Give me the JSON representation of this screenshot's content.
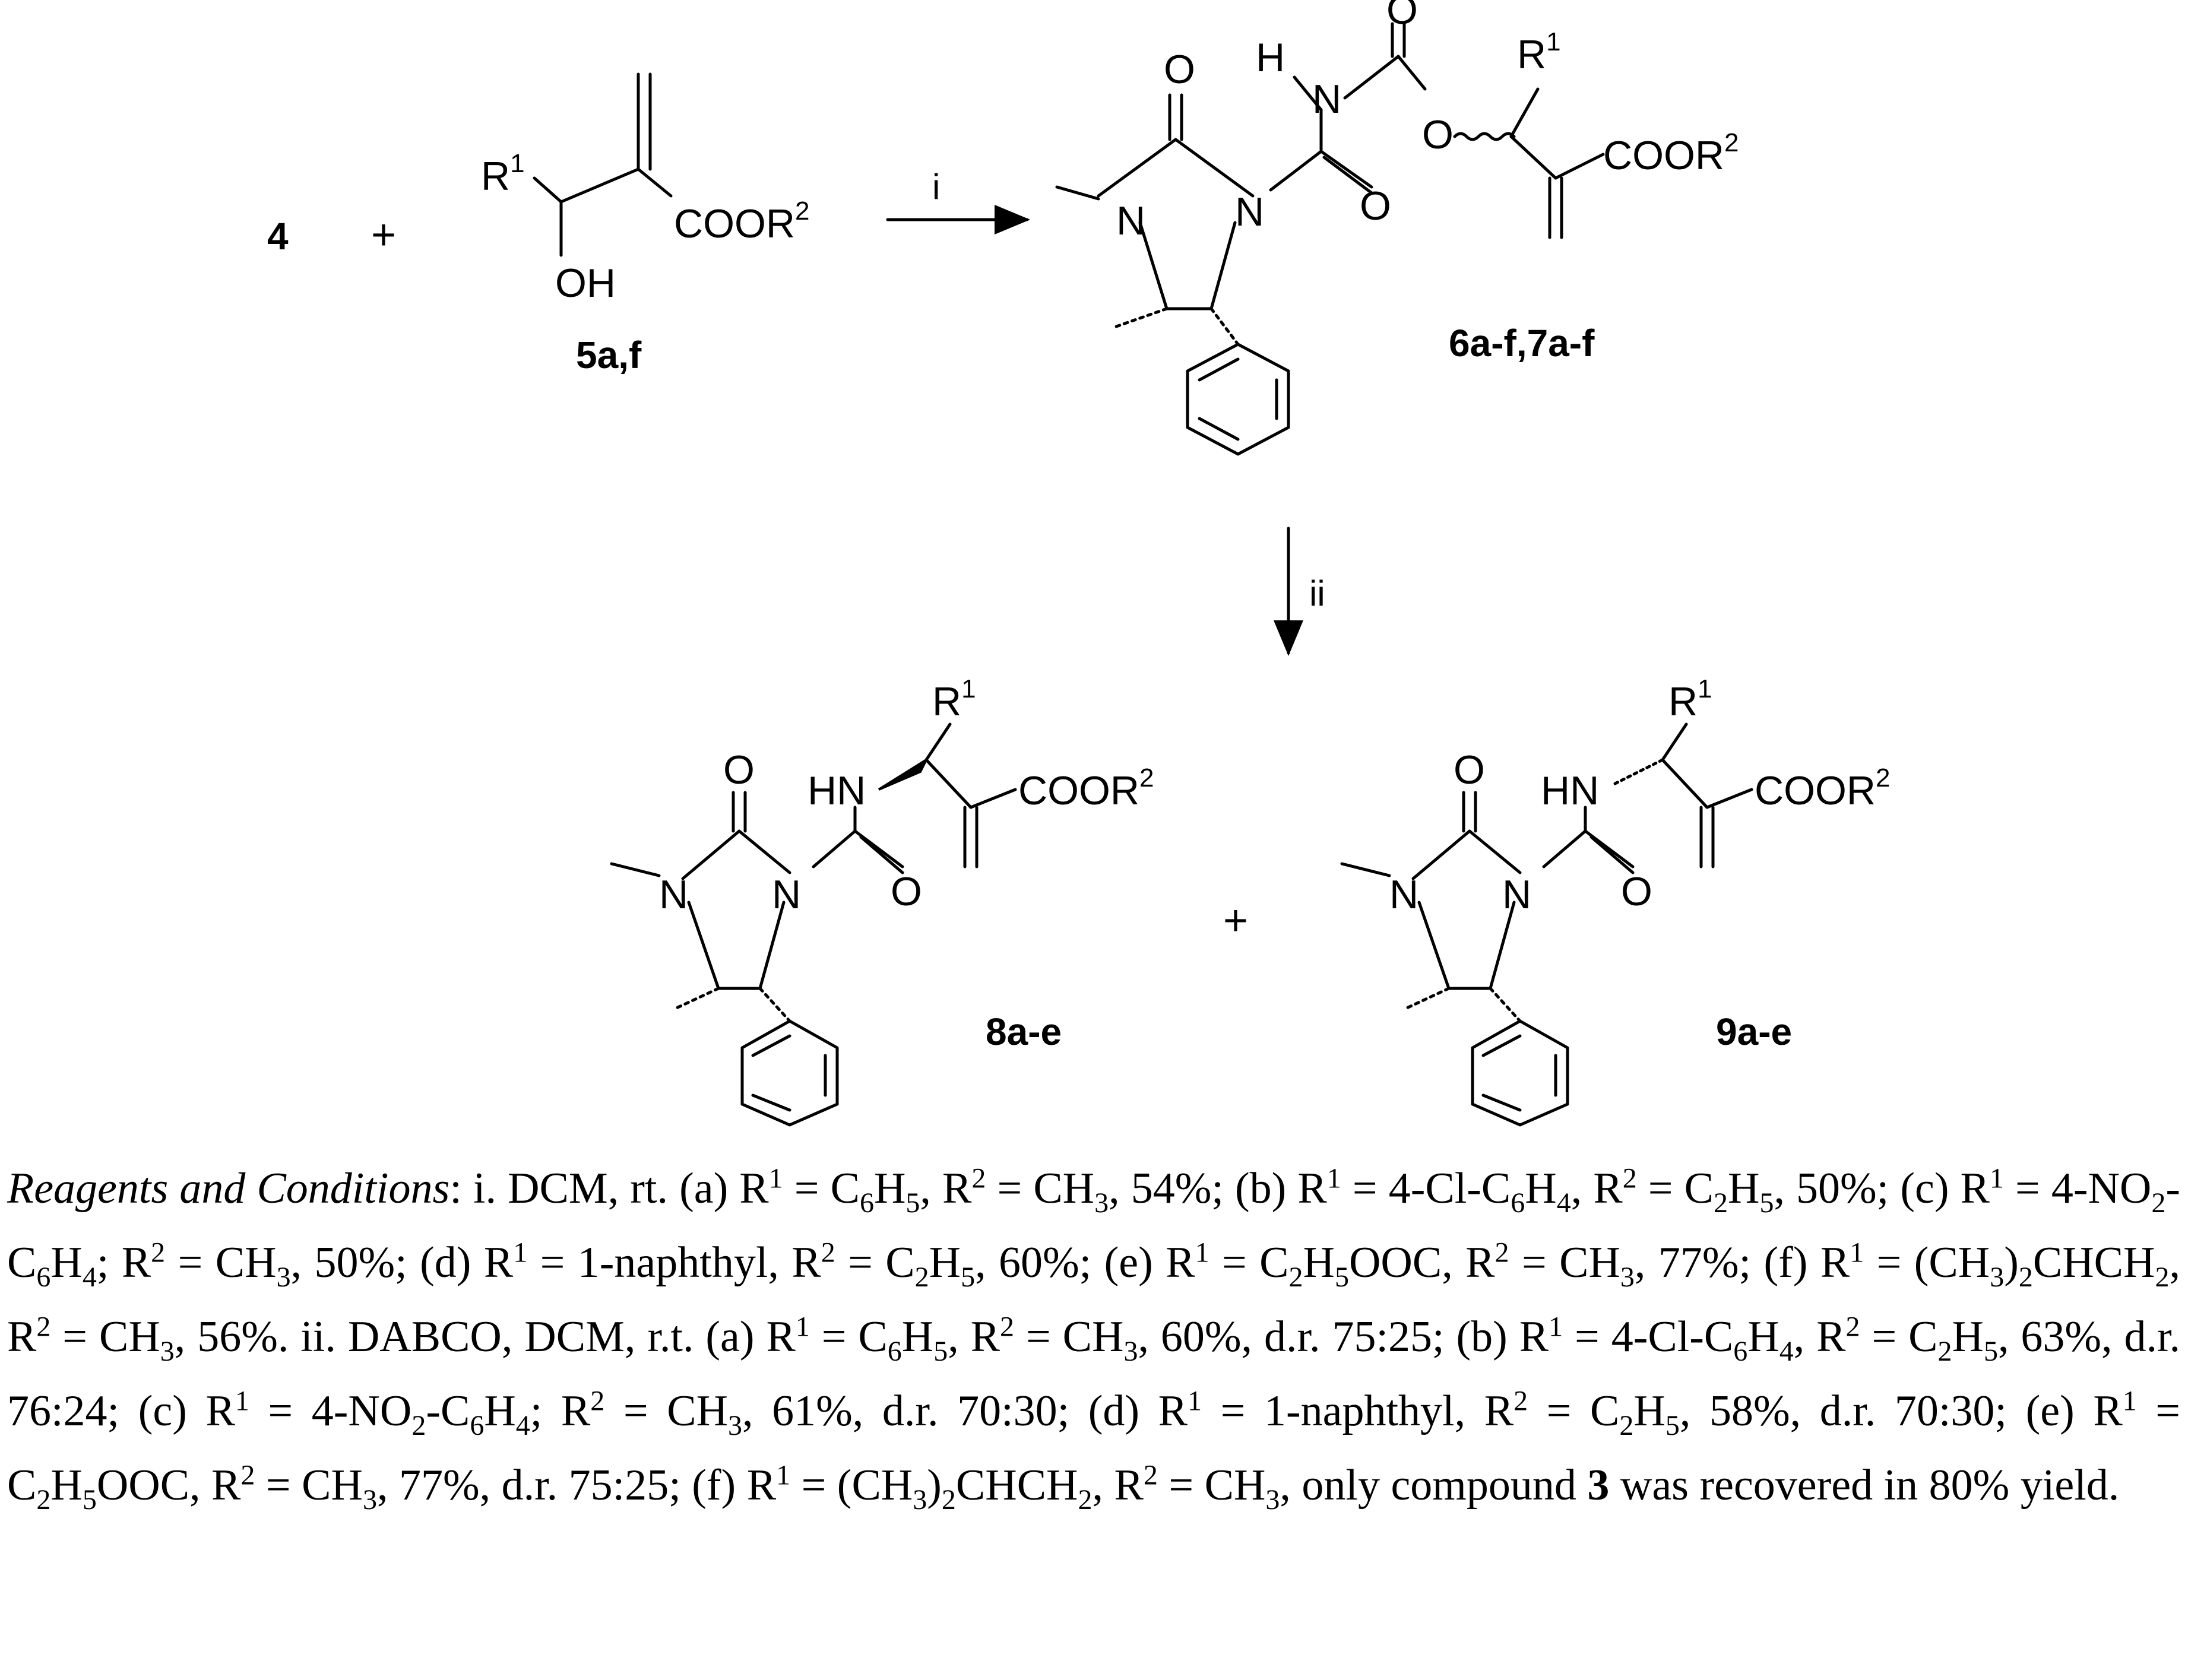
{
  "scheme": {
    "compound_4": "4",
    "plus": "+",
    "compound_5": "5a,f",
    "compound_6": "6a-f,7a-f",
    "compound_8": "8a-e",
    "compound_9": "9a-e",
    "step_i": "i",
    "step_ii": "ii",
    "atoms": {
      "R": "R",
      "sup1": "1",
      "sup2": "2",
      "COOR": "COOR",
      "OH": "OH",
      "O": "O",
      "N": "N",
      "H": "H",
      "HN": "HN"
    }
  },
  "caption": {
    "intro_italic": "Reagents and Conditions",
    "rest_html": ": i.  DCM, rt. (a) R<sup>1</sup> = C<sub>6</sub>H<sub>5</sub>, R<sup>2</sup> = CH<sub>3</sub>, 54%; (b) R<sup>1</sup> = 4-Cl-C<sub>6</sub>H<sub>4</sub>, R<sup>2</sup> = C<sub>2</sub>H<sub>5</sub>, 50%; (c) R<sup>1</sup> = 4-NO<sub>2</sub>-C<sub>6</sub>H<sub>4</sub>;  R<sup>2</sup> = CH<sub>3</sub>, 50%; (d) R<sup>1</sup> = 1-naphthyl, R<sup>2</sup> = C<sub>2</sub>H<sub>5</sub>, 60%; (e) R<sup>1</sup> = C<sub>2</sub>H<sub>5</sub>OOC, R<sup>2</sup> = CH<sub>3</sub>, 77%; (f) R<sup>1</sup> = (CH<sub>3</sub>)<sub>2</sub>CHCH<sub>2</sub>,  R<sup>2</sup> =  CH<sub>3</sub>, 56%.  ii. DABCO, DCM, r.t. (a) R<sup>1</sup> = C<sub>6</sub>H<sub>5</sub>, R<sup>2</sup> = CH<sub>3</sub>, 60%, d.r. 75:25; (b) R<sup>1</sup> = 4-Cl-C<sub>6</sub>H<sub>4</sub>, R<sup>2</sup> = C<sub>2</sub>H<sub>5</sub>, 63%, d.r. 76:24; (c) R<sup>1</sup> = 4-NO<sub>2</sub>-C<sub>6</sub>H<sub>4</sub>;  R<sup>2</sup> = CH<sub>3</sub>, 61%, d.r. 70:30; (d) R<sup>1</sup> = 1-naphthyl, R<sup>2</sup> = C<sub>2</sub>H<sub>5</sub>, 58%, d.r. 70:30; (e) R<sup>1</sup> = C<sub>2</sub>H<sub>5</sub>OOC, R<sup>2</sup> = CH<sub>3</sub>, 77%, d.r. 75:25; (f) R<sup>1</sup> = (CH<sub>3</sub>)<sub>2</sub>CHCH<sub>2</sub>,  R<sup>2</sup> =  CH<sub>3</sub>, only compound ",
    "bold_3": "3",
    "tail": " was recovered in 80% yield."
  }
}
